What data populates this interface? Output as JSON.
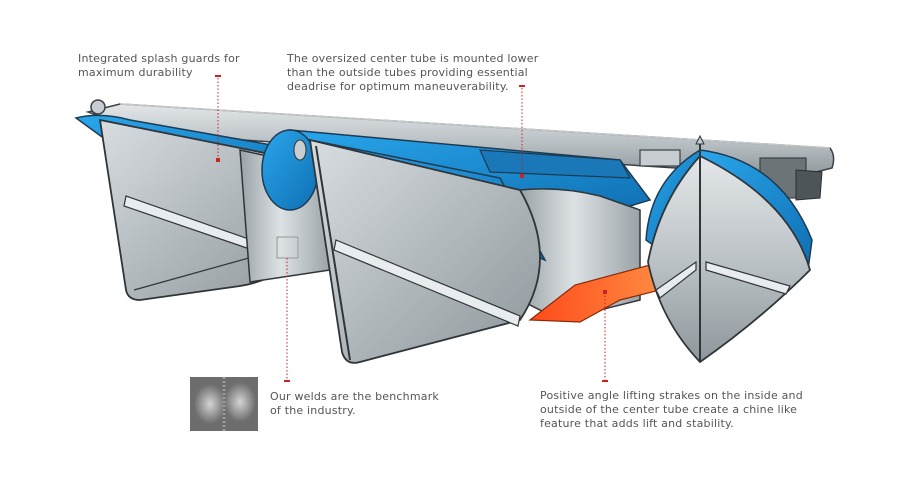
{
  "callouts": {
    "splash_guards": {
      "lines": [
        "Integrated splash guards for",
        "maximum durability"
      ]
    },
    "center_tube": {
      "lines": [
        "The oversized center tube is mounted lower",
        "than the outside tubes providing essential",
        "deadrise for optimum maneuverability."
      ]
    },
    "welds": {
      "lines": [
        "Our welds are the benchmark",
        "of the industry."
      ]
    },
    "strakes": {
      "lines": [
        "Positive angle lifting strakes on the inside and",
        "outside of the center tube create a chine like",
        "feature that adds lift and stability."
      ]
    }
  },
  "colors": {
    "leader_line": "#cc2222",
    "tube_blue": "#1a8fd6",
    "strake_orange": "#ff6a2a",
    "hull_silver": "#b9c0c4",
    "text": "#555555"
  },
  "icons": [
    "weld-closeup-thumbnail"
  ]
}
